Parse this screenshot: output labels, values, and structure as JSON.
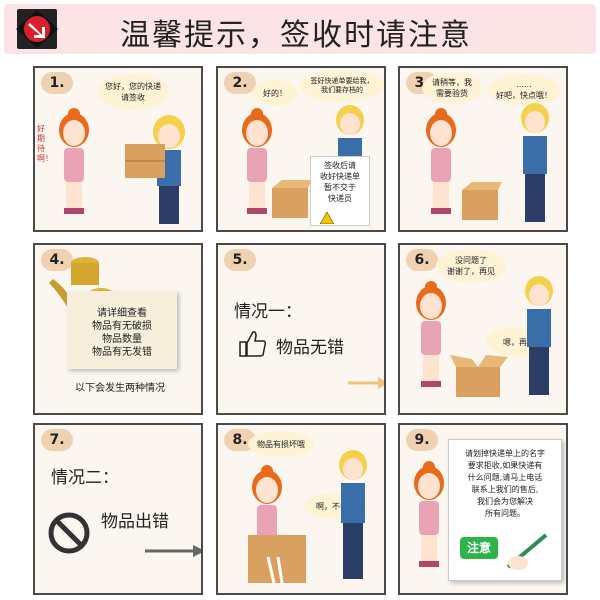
{
  "header": {
    "title": "温馨提示，签收时请注意"
  },
  "panels": [
    {
      "number": "1.",
      "bubble": "您好，您的快递\n请签收",
      "side_text": "好\n期\n待\n啊！"
    },
    {
      "number": "2.",
      "bubble_a": "好的！",
      "bubble_b": "签好快递单要给我，\n我们要存档的",
      "sign": "签收后请\n收好快递单\n暂不交于\n快递员"
    },
    {
      "number": "3.",
      "bubble_a": "请稍等，我\n需要验货",
      "bubble_b": "......\n好吧，快点哦！"
    },
    {
      "number": "4.",
      "note_lines": [
        "请详细查看",
        "物品有无破损",
        "物品数量",
        "物品有无发错"
      ],
      "footer": "以下会发生两种情况"
    },
    {
      "number": "5.",
      "case": "情况一：",
      "result": "物品无错"
    },
    {
      "number": "6.",
      "bubble_a": "没问题了\n谢谢了，再见",
      "bubble_b": "嗯，再见"
    },
    {
      "number": "7.",
      "case": "情况二：",
      "result": "物品出错"
    },
    {
      "number": "8.",
      "bubble_a": "物品有损坏哦",
      "bubble_b": "啊，不会吧"
    },
    {
      "number": "9.",
      "note": "请划掉快递单上的名字\n要求拒收,如果快递有\n什么问题,请马上电话\n联系上我们的售后,\n我们会为您解决\n所有问题。",
      "badge": "注意"
    }
  ]
}
